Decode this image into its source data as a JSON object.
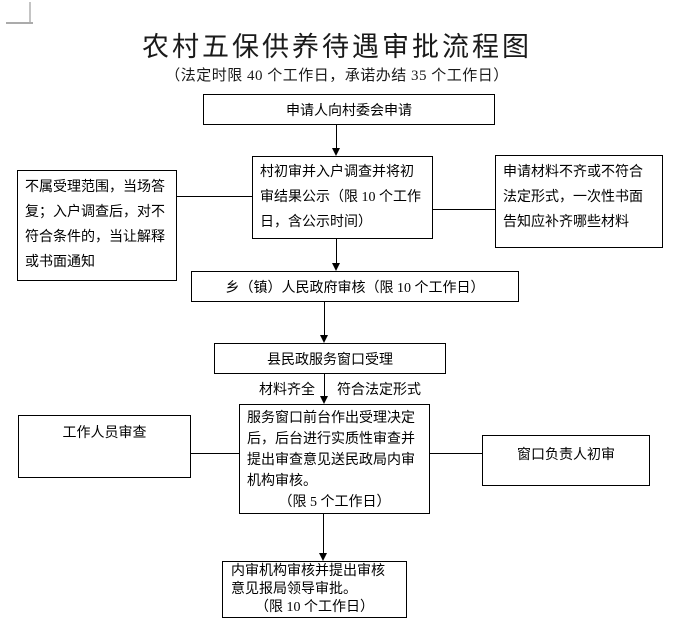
{
  "header": {
    "title": "农村五保供养待遇审批流程图",
    "subtitle": "（法定时限 40 个工作日，承诺办结 35 个工作日）"
  },
  "flowchart": {
    "nodes": {
      "apply": {
        "label": "申请人向村委会申请"
      },
      "village_review": {
        "label": "村初审并入户调查并将初审结果公示（限 10 个工作日，含公示时间）"
      },
      "out_of_scope_note": {
        "label": "不属受理范围，当场答复；入户调查后，对不符合条件的，当让解释或书面通知"
      },
      "incomplete_materials_note": {
        "label": "申请材料不齐或不符合法定形式，一次性书面告知应补齐哪些材料"
      },
      "township_review": {
        "label": "乡（镇）人民政府审核（限 10 个工作日）"
      },
      "county_service_window": {
        "label": "县民政服务窗口受理"
      },
      "window_decision": {
        "label": "服务窗口前台作出受理决定后，后台进行实质性审查并提出审查意见送民政局内审机构审核。",
        "limit": "（限 5 个工作日）"
      },
      "staff_review": {
        "label": "工作人员审查"
      },
      "window_chief_review": {
        "label": "窗口负责人初审"
      },
      "internal_audit": {
        "label": "内审机构审核并提出审核意见报局领导审批。",
        "limit": "（限 10 个工作日）"
      }
    },
    "edge_labels": {
      "materials_complete": "材料齐全",
      "legal_form": "符合法定形式"
    }
  }
}
